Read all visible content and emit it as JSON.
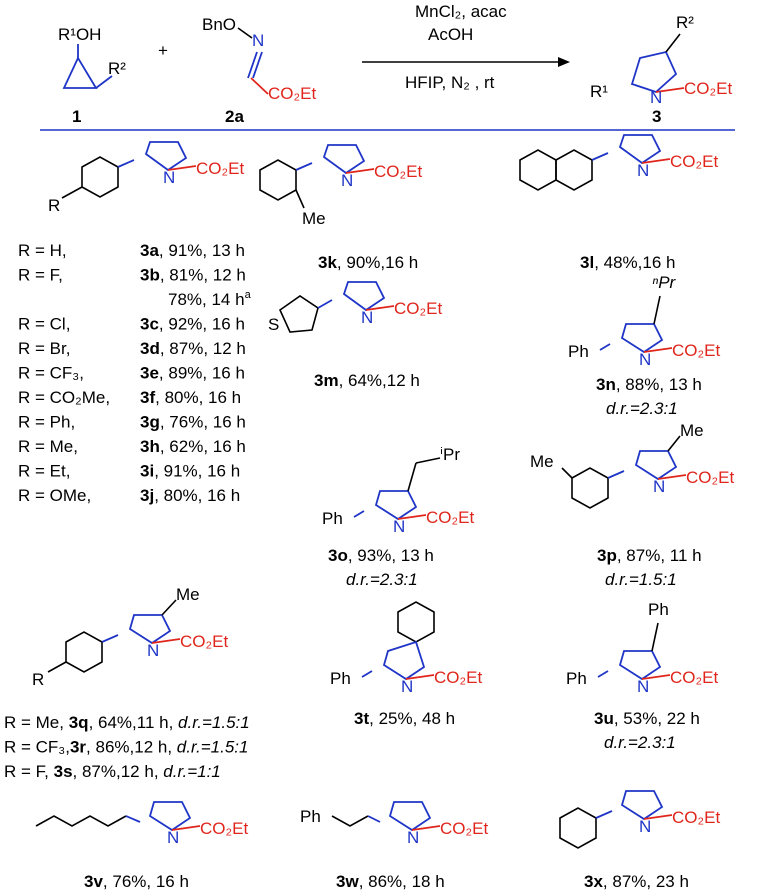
{
  "reaction": {
    "reagent1_label": "1",
    "reagent2_label": "2a",
    "product_label": "3",
    "plus": "+",
    "conditions_top1": "MnCl₂, acac",
    "conditions_top2": "AcOH",
    "conditions_bottom": "HFIP, N₂ , rt",
    "r1oh": "R¹OH",
    "r2": "R²",
    "bno": "BnO",
    "co2et": "CO₂Et",
    "n": "N",
    "r1": "R¹"
  },
  "left_series": {
    "r_label": "R",
    "rows": [
      {
        "r": "R = H,",
        "id": "3a",
        "rest": ", 91%, 13 h"
      },
      {
        "r": "R = F,",
        "id": "3b",
        "rest": ", 81%, 12 h"
      },
      {
        "r": "",
        "id": "",
        "rest": "78%, 14 h",
        "sup": "a"
      },
      {
        "r": "R = Cl,",
        "id": "3c",
        "rest": ", 92%, 16 h"
      },
      {
        "r": "R = Br,",
        "id": "3d",
        "rest": ", 87%, 12 h"
      },
      {
        "r": "R = CF₃,",
        "id": "3e",
        "rest": ", 89%, 16 h"
      },
      {
        "r": "R = CO₂Me,",
        "id": "3f",
        "rest": ", 80%, 16 h"
      },
      {
        "r": "R = Ph,",
        "id": "3g",
        "rest": ", 76%, 16 h"
      },
      {
        "r": "R = Me,",
        "id": "3h",
        "rest": ", 62%, 16 h"
      },
      {
        "r": "R = Et,",
        "id": "3i",
        "rest": ", 91%, 16 h"
      },
      {
        "r": "R = OMe,",
        "id": "3j",
        "rest": ", 80%, 16 h"
      }
    ]
  },
  "products": {
    "k": {
      "id": "3k",
      "rest": ", 90%,16 h",
      "sub": "Me"
    },
    "l": {
      "id": "3l",
      "rest": ", 48%,16 h"
    },
    "m": {
      "id": "3m",
      "rest": ", 64%,12 h",
      "s": "S"
    },
    "n": {
      "id": "3n",
      "rest": ", 88%, 13 h",
      "dr": "d.r.=2.3:1",
      "sub": "ⁿPr",
      "ph": "Ph"
    },
    "o": {
      "id": "3o",
      "rest": ", 93%, 13 h",
      "dr": "d.r.=2.3:1",
      "sub": "ⁱPr",
      "ph": "Ph"
    },
    "p": {
      "id": "3p",
      "rest": ", 87%, 11 h",
      "dr": "d.r.=1.5:1",
      "sub": "Me",
      "me2": "Me"
    },
    "t": {
      "id": "3t",
      "rest": ", 25%, 48 h",
      "ph": "Ph"
    },
    "u": {
      "id": "3u",
      "rest": ", 53%,  22 h",
      "dr": "d.r.=2.3:1",
      "ph": "Ph",
      "ph2": "Ph"
    },
    "v": {
      "id": "3v",
      "rest": ", 76%, 16 h"
    },
    "w": {
      "id": "3w",
      "rest": ", 86%, 18 h",
      "ph": "Ph"
    },
    "x": {
      "id": "3x",
      "rest": ", 87%, 23 h"
    }
  },
  "qrs": {
    "sub": "Me",
    "r_label": "R",
    "rows": [
      {
        "r": "R = Me, ",
        "id": "3q",
        "rest": ", 64%,11 h, ",
        "dr": "d.r.=1.5:1"
      },
      {
        "r": "R = CF₃,",
        "id": "3r",
        "rest": ", 86%,12 h, ",
        "dr": "d.r.=1.5:1"
      },
      {
        "r": "R = F,    ",
        "id": "3s",
        "rest": ", 87%,12 h, ",
        "dr": "d.r.=1:1"
      }
    ]
  }
}
